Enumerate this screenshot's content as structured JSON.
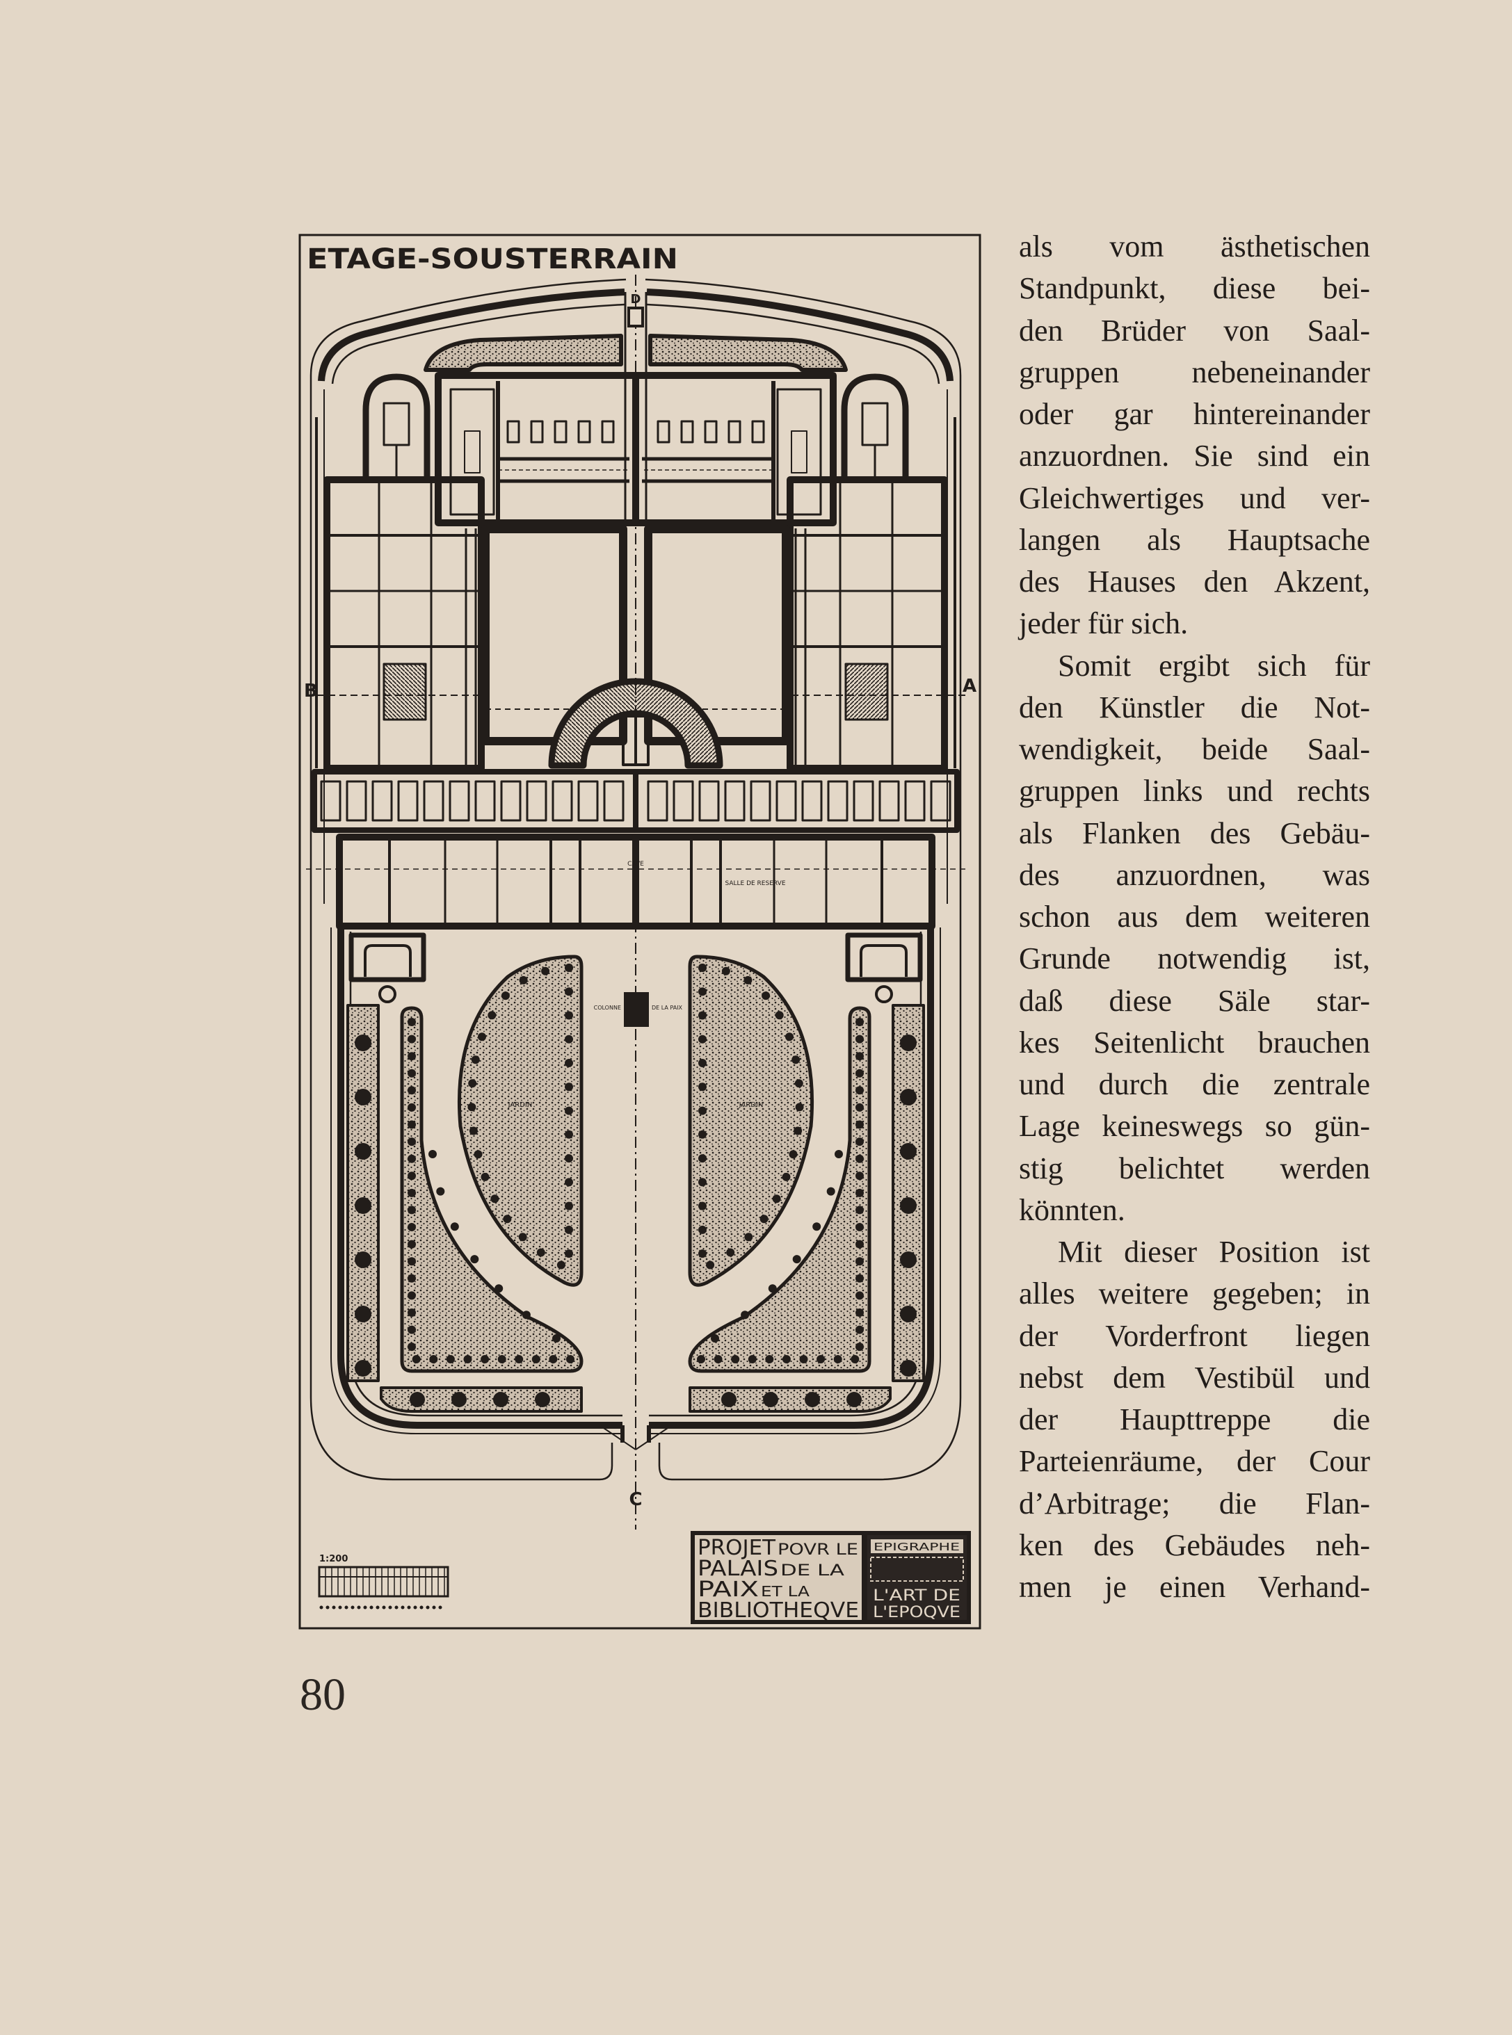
{
  "colors": {
    "paper": "#e3d7c7",
    "ink": "#221d1a"
  },
  "page": {
    "number": "80"
  },
  "plan": {
    "title": "ETAGE-SOUSTERRAIN",
    "axis_labels": {
      "a": "A",
      "b": "B",
      "c": "C",
      "d": "D"
    },
    "garden_label": "JARDIN",
    "monument_label_left": "COLONNE",
    "monument_label_right": "DE LA PAIX",
    "room_labels": {
      "reserve": "SALLE DE RESERVE",
      "cave": "CAVE"
    },
    "scale": "1:200",
    "cartouche": {
      "line1_big": "PROJET",
      "line1_small": "POVR LE",
      "line2_big": "PALAIS",
      "line2_small": "DE LA",
      "line3_big": "PAIX",
      "line3_small": "ET LA",
      "line4_big": "BIBLIOTHEQVE",
      "epigraphe": "EPIGRAPHE",
      "motto1": "L'ART DE",
      "motto2": "L'EPOQVE"
    }
  },
  "text": {
    "lines": [
      {
        "t": "als vom ästhetischen"
      },
      {
        "t": "Standpunkt, diese bei-"
      },
      {
        "t": "den Brüder von Saal-"
      },
      {
        "t": "gruppen nebeneinander"
      },
      {
        "t": "oder gar hintereinander"
      },
      {
        "t": "anzuordnen. Sie sind ein"
      },
      {
        "t": "Gleichwertiges und ver-"
      },
      {
        "t": "langen als Hauptsache"
      },
      {
        "t": "des Hauses den Akzent,"
      },
      {
        "t": "jeder für sich.",
        "last": true
      },
      {
        "t": "Somit ergibt sich für",
        "indent": true
      },
      {
        "t": "den Künstler die Not-"
      },
      {
        "t": "wendigkeit, beide Saal-"
      },
      {
        "t": "gruppen links und rechts"
      },
      {
        "t": "als Flanken des Gebäu-"
      },
      {
        "t": "des anzuordnen, was"
      },
      {
        "t": "schon aus dem weiteren"
      },
      {
        "t": "Grunde notwendig ist,"
      },
      {
        "t": "daß diese Säle star-"
      },
      {
        "t": "kes Seitenlicht brauchen"
      },
      {
        "t": "und durch die zentrale"
      },
      {
        "t": "Lage keineswegs so gün-"
      },
      {
        "t": "stig belichtet werden"
      },
      {
        "t": "könnten.",
        "last": true
      },
      {
        "t": "Mit dieser Position ist",
        "indent": true
      },
      {
        "t": "alles weitere gegeben; in"
      },
      {
        "t": "der Vorderfront liegen"
      },
      {
        "t": "nebst dem Vestibül und"
      },
      {
        "t": "der Haupttreppe die"
      },
      {
        "t": "Parteienräume, der Cour"
      },
      {
        "t": "d’Arbitrage; die Flan-"
      },
      {
        "t": "ken des Gebäudes neh-"
      },
      {
        "t": "men je einen Verhand-"
      }
    ]
  }
}
